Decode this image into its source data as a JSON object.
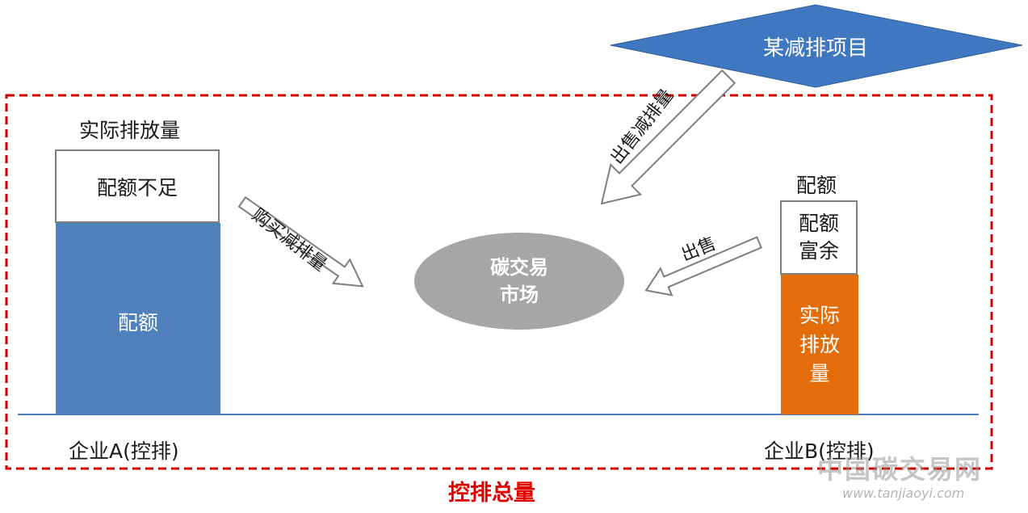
{
  "project": {
    "label": "某减排项目",
    "color": "#3f77c1"
  },
  "company_a": {
    "top_label": "实际排放量",
    "shortfall_label": "配额不足",
    "quota_label": "配额",
    "name": "企业A(控排)",
    "quota_color": "#4f81bd"
  },
  "company_b": {
    "top_label": "配额",
    "surplus_label": "配额\n富余",
    "emission_label": "实际\n排放\n量",
    "name": "企业B(控排)",
    "emission_color": "#e46c0a"
  },
  "market": {
    "label": "碳交易\n市场",
    "color": "#a6a6a6"
  },
  "arrows": {
    "buy": "购买减排量",
    "sell_project": "出售减排量",
    "sell_b": "出售"
  },
  "footer": {
    "total_label": "控排总量",
    "total_color": "#e00000"
  },
  "watermark": {
    "title": "中国碳交易网",
    "url": "www.tanjiaoyi.com"
  },
  "colors": {
    "dashed_border": "#d00000",
    "baseline": "#4f81bd"
  }
}
